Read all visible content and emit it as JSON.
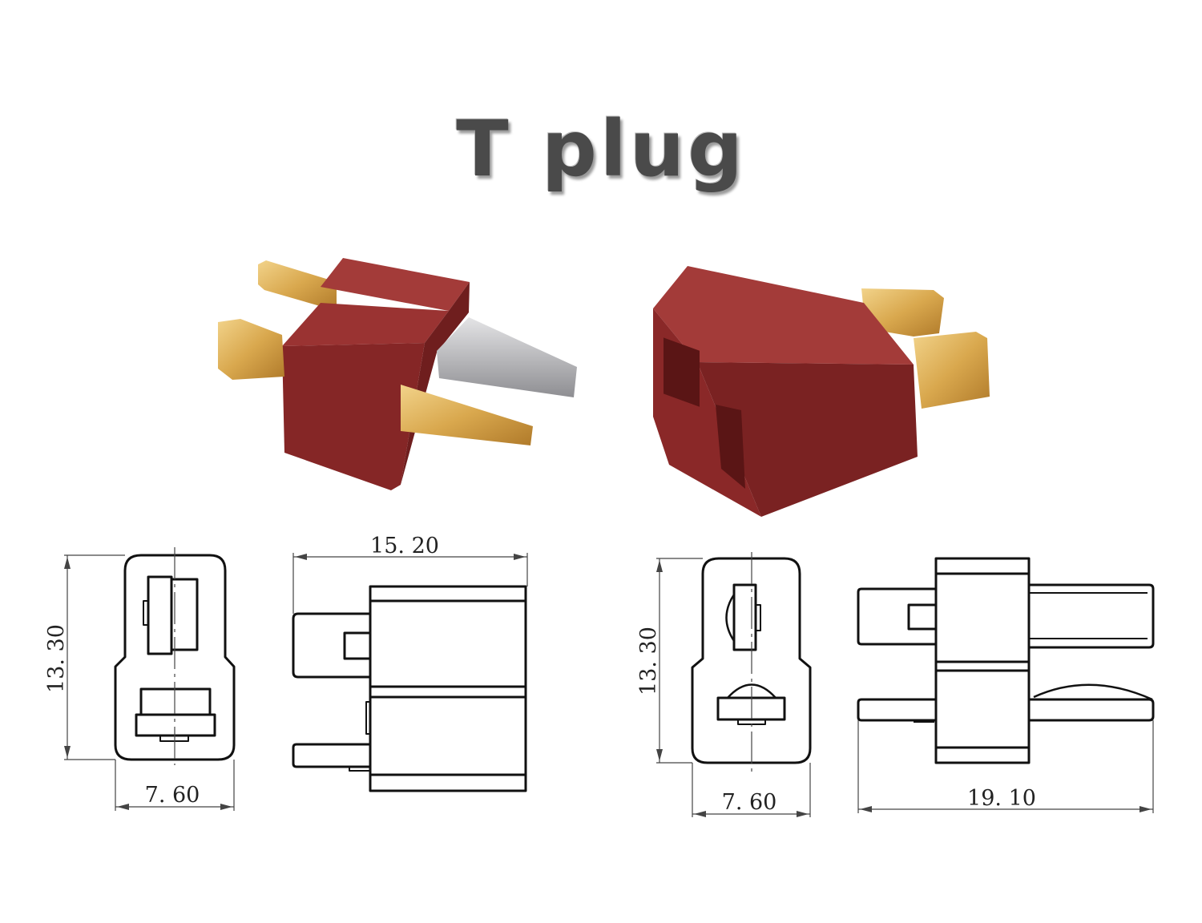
{
  "title": "T plug",
  "drawings": {
    "male_front": {
      "height_label": "13. 30",
      "width_label": "7. 60"
    },
    "male_side": {
      "length_label": "15. 20"
    },
    "female_front": {
      "height_label": "13. 30",
      "width_label": "7. 60"
    },
    "female_side": {
      "length_label": "19. 10"
    }
  },
  "colors": {
    "housing": "#8e2a2a",
    "pins": "#d9a84e",
    "spring": "#a9a9ad"
  }
}
